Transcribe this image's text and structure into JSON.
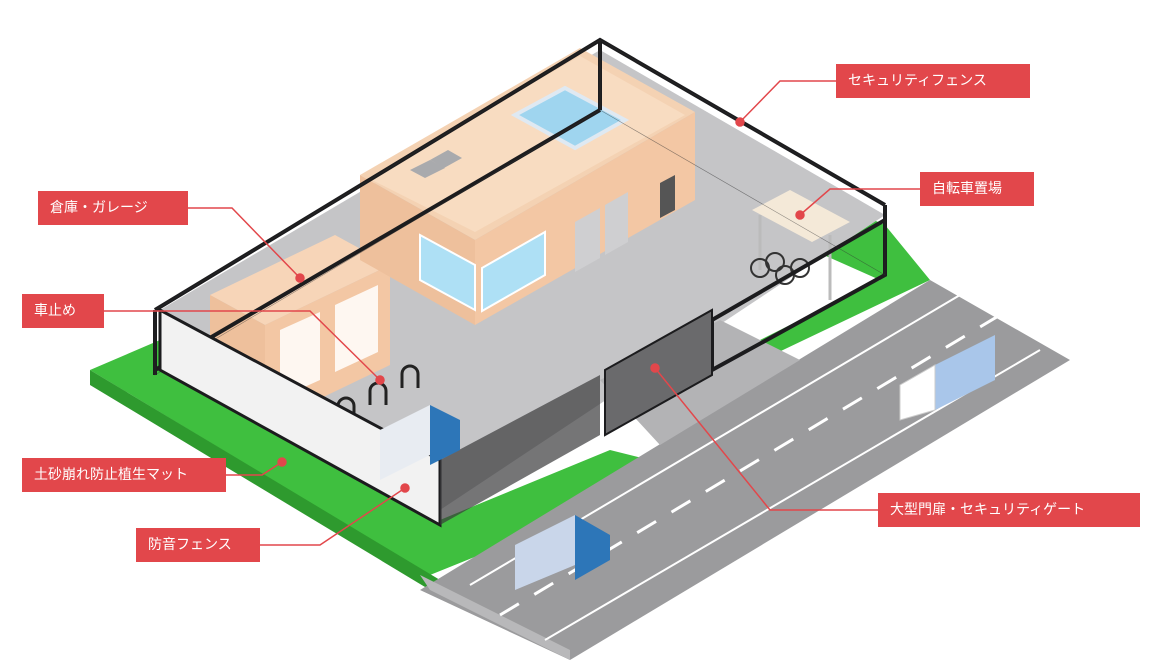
{
  "callouts": {
    "security_fence": "セキュリティフェンス",
    "garage": "倉庫・ガレージ",
    "bicycle_parking": "自転車置場",
    "car_stop": "車止め",
    "erosion_mat": "土砂崩れ防止植生マット",
    "sound_fence": "防音フェンス",
    "security_gate": "大型門扉・セキュリティゲート"
  },
  "colors": {
    "callout": "#e2474b",
    "grass": "#3fbf3f",
    "lot": "#c6c6c8",
    "road": "#9a9a9c",
    "building": "#f3c7a4",
    "fence": "#1c1c1e",
    "truck_cab": "#2d76b8"
  },
  "icons": [
    "truck-icon",
    "bicycle-icon",
    "car-stop-icon",
    "window-icon"
  ]
}
